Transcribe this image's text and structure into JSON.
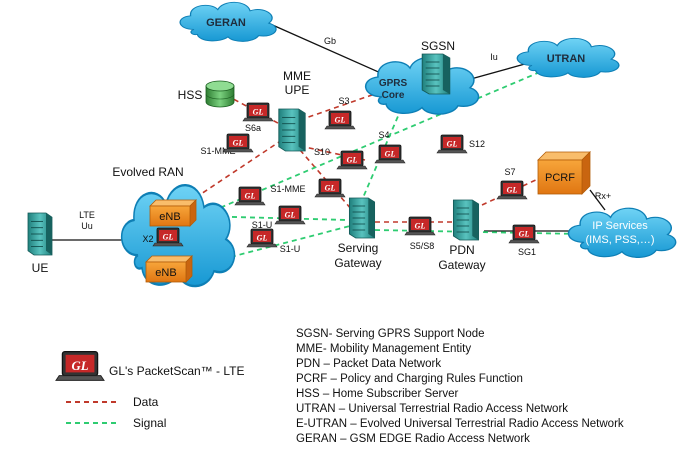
{
  "clouds": {
    "geran": "GERAN",
    "gprs_core_line1": "GPRS",
    "gprs_core_line2": "Core",
    "utran": "UTRAN",
    "evolved_ran_title": "Evolved RAN",
    "ip_services_line1": "IP Services",
    "ip_services_line2": "(IMS, PSS,…)"
  },
  "nodes": {
    "sgsn": "SGSN",
    "hss": "HSS",
    "mme_line1": "MME",
    "mme_line2": "UPE",
    "pcrf": "PCRF",
    "enb_top": "eNB",
    "enb_bottom": "eNB",
    "ue": "UE",
    "serving_line1": "Serving",
    "serving_line2": "Gateway",
    "pdn_line1": "PDN",
    "pdn_line2": "Gateway"
  },
  "interfaces": {
    "gb": "Gb",
    "iu": "Iu",
    "s3": "S3",
    "s6a": "S6a",
    "s1_mme_top": "S1-MME",
    "s1_mme_mid": "S1-MME",
    "s10": "S10",
    "s4": "S4",
    "s12": "S12",
    "s7": "S7",
    "rx": "Rx+",
    "lte_line1": "LTE",
    "lte_line2": "Uu",
    "x2": "X2",
    "s1_u_top": "S1-U",
    "s1_u_bottom": "S1-U",
    "s5_s8": "S5/S8",
    "sg1": "SG1"
  },
  "probe_badge": "GL",
  "legend": {
    "probe_label": "GL's PacketScan™ - LTE",
    "data_label": "Data",
    "signal_label": "Signal"
  },
  "glossary": [
    "SGSN- Serving GPRS Support Node",
    "MME- Mobility Management Entity",
    "PDN – Packet Data Network",
    "PCRF – Policy and Charging Rules Function",
    "HSS – Home Subscriber Server",
    "UTRAN – Universal Terrestrial Radio Access Network",
    "E-UTRAN – Evolved Universal Terrestrial Radio Access Network",
    "GERAN – GSM EDGE Radio Access Network"
  ],
  "colors": {
    "cloud_fill": "#29b6e8",
    "cloud_stroke": "#0e7fb5",
    "server_fill": "#3aa7a3",
    "enb_fill": "#f28b1e",
    "pcrf_fill": "#f39a1f",
    "hss_fill": "#4caf50",
    "data_line": "#c0392b",
    "signal_line": "#2ecc71",
    "solid_line": "#111111",
    "probe_red": "#c62828"
  }
}
